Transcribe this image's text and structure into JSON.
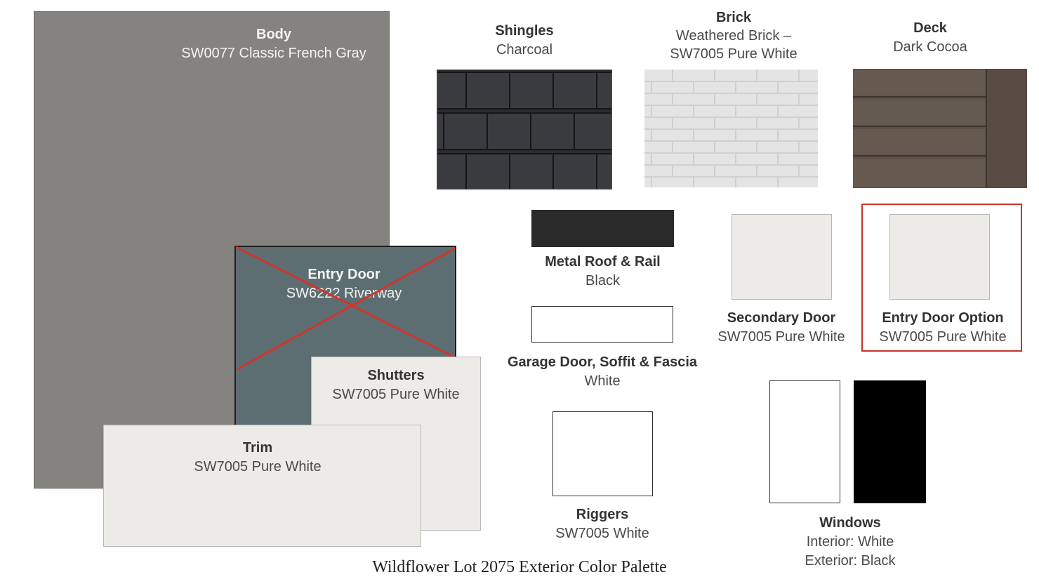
{
  "caption": "Wildflower Lot 2075 Exterior Color Palette",
  "colors": {
    "body": "#858380",
    "entry_door": "#5d6e73",
    "pure_white": "#ecebe7",
    "black": "#2a2a2a",
    "strike": "#d0352b",
    "highlight_border": "#c8322a"
  },
  "body": {
    "title": "Body",
    "subtitle": "SW0077 Classic French Gray"
  },
  "entry_door": {
    "title": "Entry Door",
    "subtitle": "SW6222 Riverway",
    "crossed_out": true
  },
  "shutters": {
    "title": "Shutters",
    "subtitle": "SW7005 Pure White"
  },
  "trim": {
    "title": "Trim",
    "subtitle": "SW7005 Pure White"
  },
  "shingles": {
    "title": "Shingles",
    "subtitle": "Charcoal"
  },
  "brick": {
    "title": "Brick",
    "subtitle_line1": "Weathered Brick –",
    "subtitle_line2": "SW7005 Pure White"
  },
  "deck": {
    "title": "Deck",
    "subtitle": "Dark Cocoa"
  },
  "metal_roof": {
    "title": "Metal Roof & Rail",
    "subtitle": "Black"
  },
  "garage": {
    "title": "Garage Door, Soffit & Fascia",
    "subtitle": "White"
  },
  "riggers": {
    "title": "Riggers",
    "subtitle": "SW7005 White"
  },
  "secondary_door": {
    "title": "Secondary Door",
    "subtitle": "SW7005 Pure White"
  },
  "entry_door_option": {
    "title": "Entry Door Option",
    "subtitle": "SW7005 Pure White",
    "highlighted": true
  },
  "windows": {
    "title": "Windows",
    "interior": "Interior: White",
    "exterior": "Exterior: Black"
  }
}
